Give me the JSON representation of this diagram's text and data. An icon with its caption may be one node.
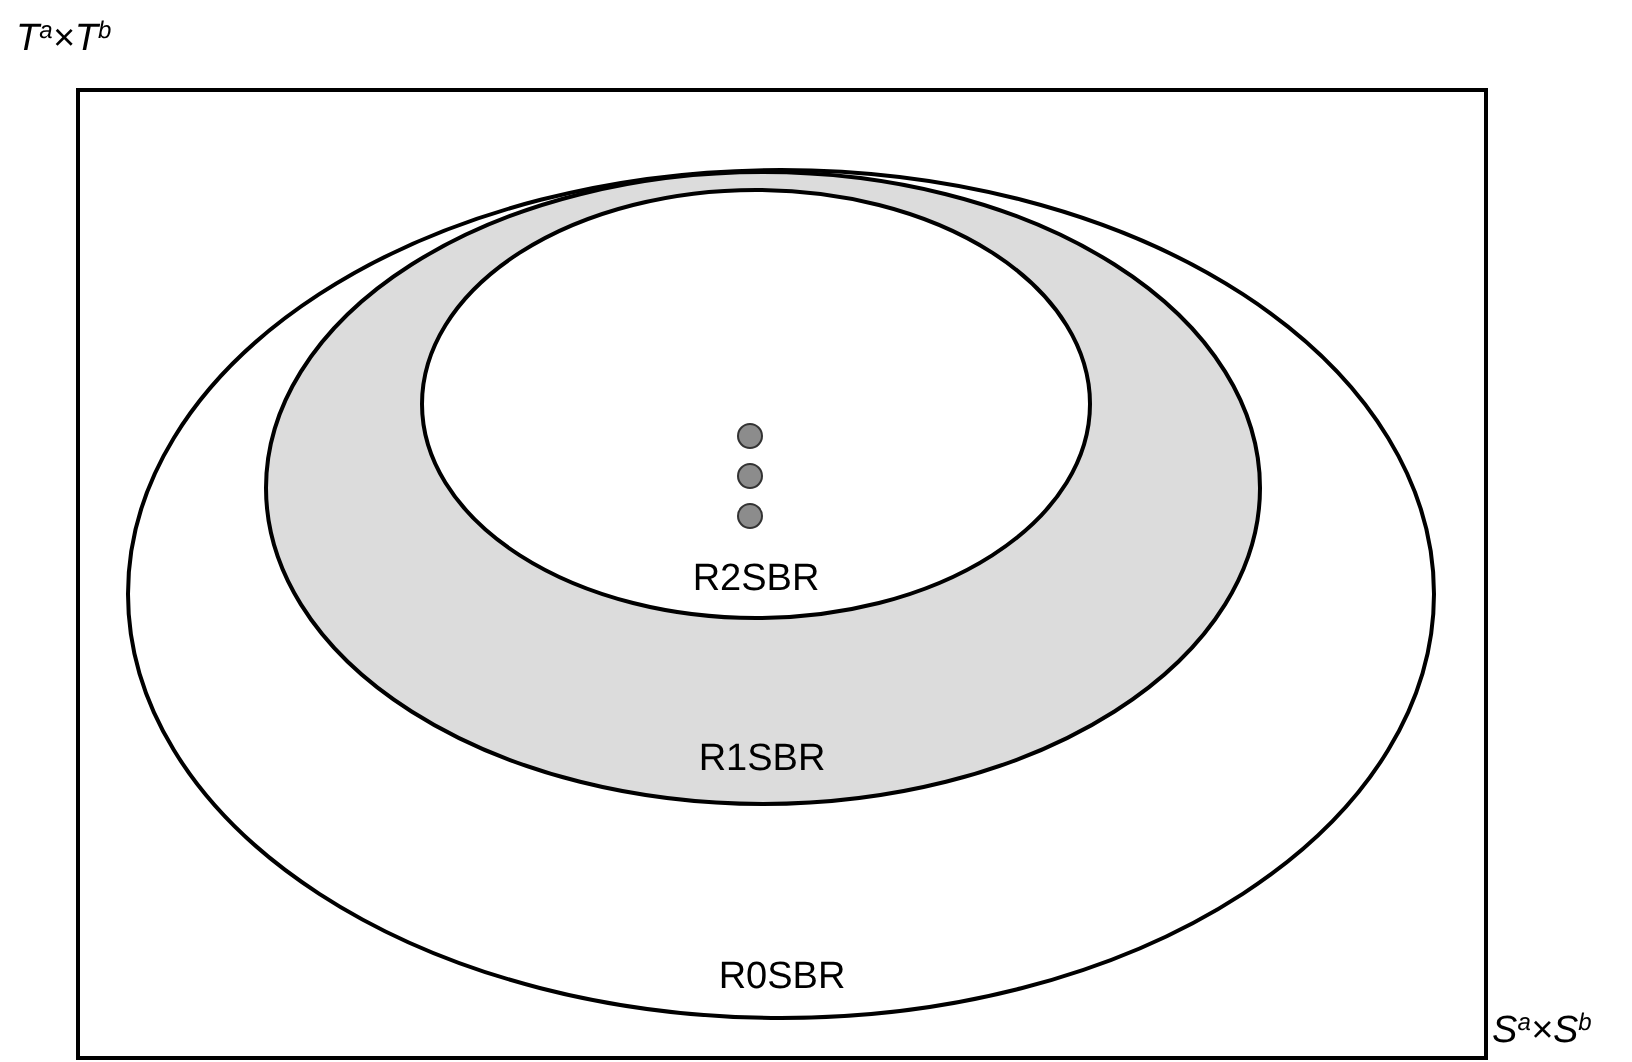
{
  "diagram": {
    "nodes": [
      {
        "text": [
          "T$^{a}$×T$^{b}$"
        ],
        "beside": [
          "S$^{a}$×S$^{b}$"
        ]
      },
      {
        "text": [
          "R0SBR"
        ],
        "in": 0
      },
      {
        "text": [
          "R1SBR"
        ],
        "in": 1
      },
      {
        "text": [
          "R2SBR"
        ],
        "in": 2
      }
    ]
  }
}
